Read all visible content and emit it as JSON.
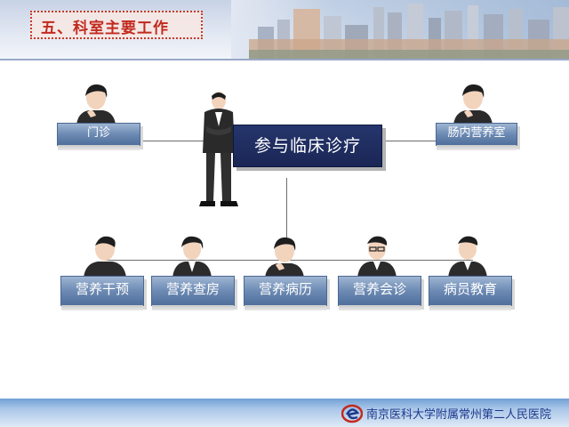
{
  "header": {
    "title": "五、科室主要工作"
  },
  "diagram": {
    "center": "参与临床诊疗",
    "left_top": "门诊",
    "right_top": "肠内营养室",
    "bottom": [
      "营养干预",
      "营养查房",
      "营养病历",
      "营养会诊",
      "病员教育"
    ]
  },
  "footer": {
    "hospital": "南京医科大学附属常州第二人民医院"
  },
  "colors": {
    "title_red": "#c22a1e",
    "center_box": "#1f2e62",
    "box_blue": "#6c8ab3",
    "footer_blue": "#6fa0d4"
  }
}
